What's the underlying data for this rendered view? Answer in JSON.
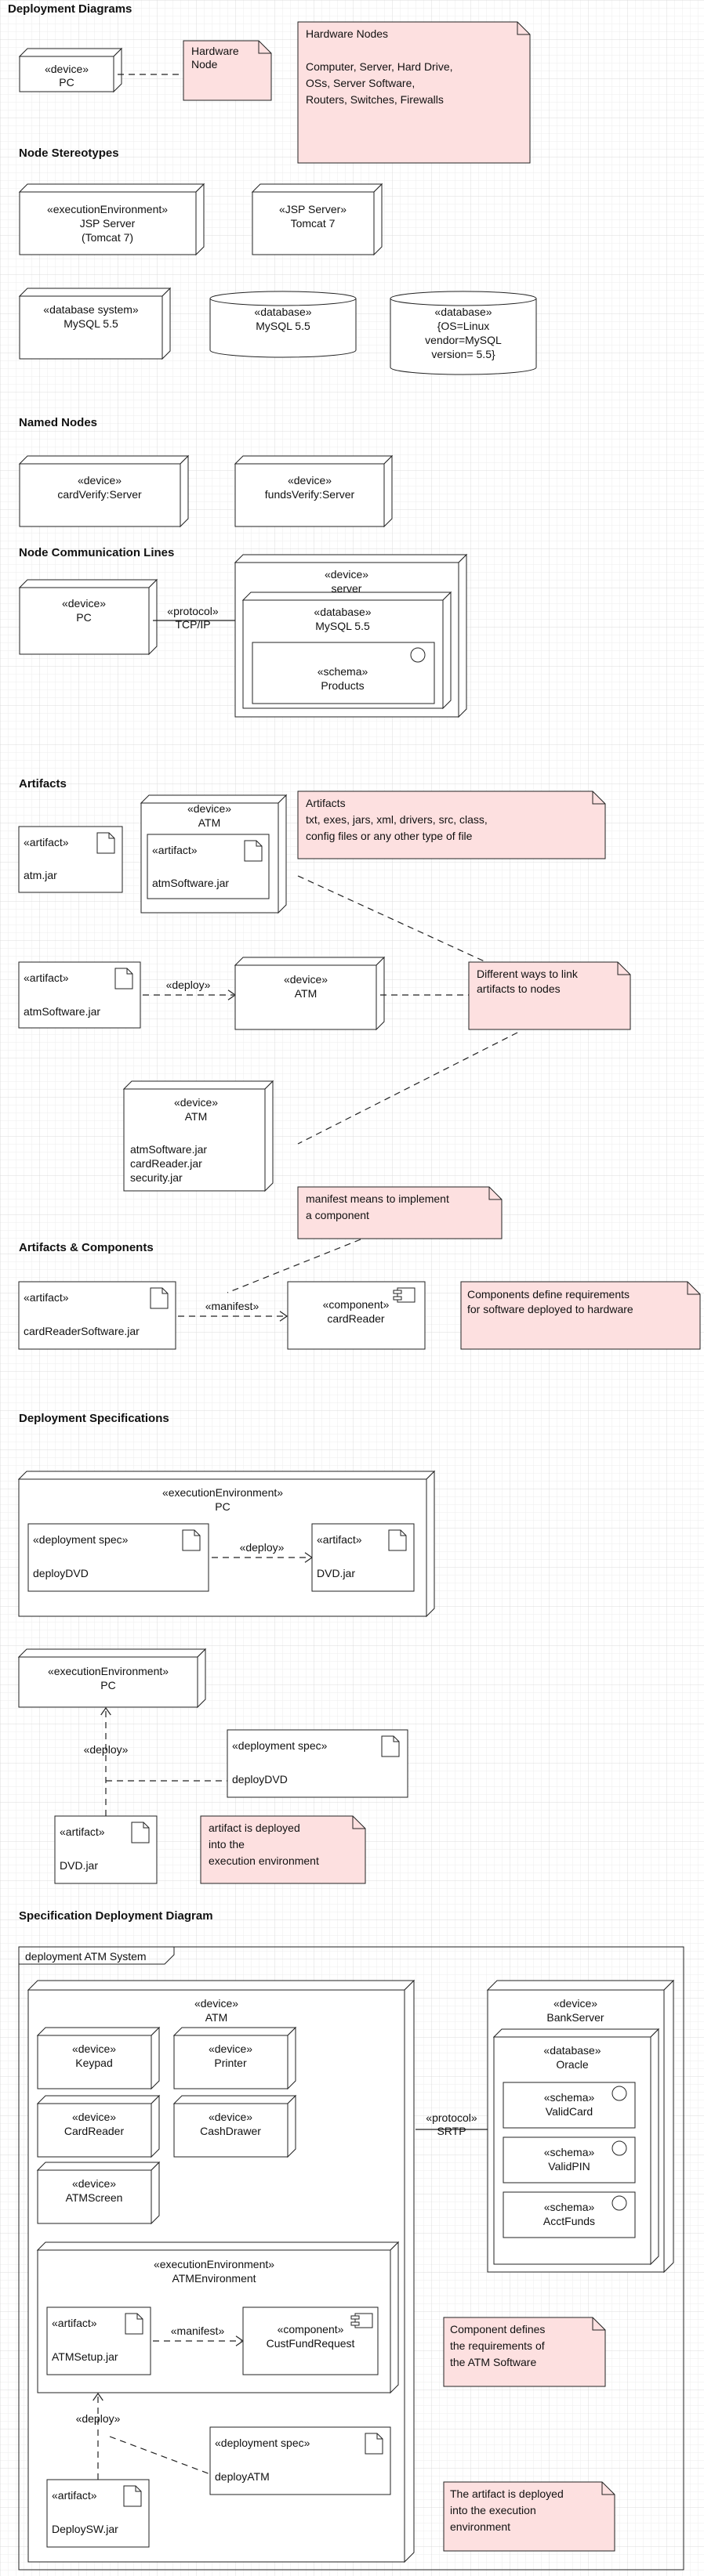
{
  "diagram_title": "Deployment Diagrams",
  "sections": {
    "node_stereotypes": "Node Stereotypes",
    "named_nodes": "Named Nodes",
    "node_communication": "Node Communication Lines",
    "artifacts": "Artifacts",
    "artifacts_components": "Artifacts & Components",
    "deployment_specs": "Deployment Specifications",
    "spec_deployment": "Specification Deployment Diagram"
  },
  "hardware": {
    "pc_stereotype": "«device»",
    "pc_name": "PC",
    "note_hw_node": [
      "Hardware",
      "Node"
    ],
    "note_hw_nodes_title": "Hardware Nodes",
    "note_hw_nodes_body": [
      "Computer, Server, Hard Drive,",
      "OSs, Server Software,",
      "Routers, Switches, Firewalls"
    ]
  },
  "stereotypes": {
    "jsp_env": [
      "«executionEnvironment»",
      "JSP Server",
      "(Tomcat 7)"
    ],
    "jsp_server": [
      "«JSP Server»",
      "Tomcat 7"
    ],
    "db_system": [
      "«database system»",
      "MySQL 5.5"
    ],
    "db_cyl1": [
      "«database»",
      "MySQL 5.5"
    ],
    "db_cyl2": [
      "«database»",
      "{OS=Linux",
      "vendor=MySQL",
      "version= 5.5}"
    ]
  },
  "named": {
    "card_verify": [
      "«device»",
      "cardVerify:Server"
    ],
    "funds_verify": [
      "«device»",
      "fundsVerify:Server"
    ]
  },
  "communication": {
    "pc": [
      "«device»",
      "PC"
    ],
    "protocol": [
      "«protocol»",
      "TCP/IP"
    ],
    "server": [
      "«device»",
      "server"
    ],
    "mysql": [
      "«database»",
      "MySQL 5.5"
    ],
    "schema": [
      "«schema»",
      "Products"
    ]
  },
  "artifacts": {
    "atm_jar": [
      "«artifact»",
      "atm.jar"
    ],
    "atm_device": [
      "«device»",
      "ATM"
    ],
    "atm_inner_artifact": [
      "«artifact»",
      "atmSoftware.jar"
    ],
    "note_artifacts": [
      "Artifacts",
      "txt, exes, jars, xml, drivers, src, class,",
      "config files or any other type of file"
    ],
    "atm_sw_jar": [
      "«artifact»",
      "atmSoftware.jar"
    ],
    "deploy_label": "«deploy»",
    "atm_device2": [
      "«device»",
      "ATM"
    ],
    "note_link": [
      "Different ways to link",
      "artifacts to nodes"
    ],
    "atm_device3": [
      "«device»",
      "ATM"
    ],
    "atm_device3_files": [
      "atmSoftware.jar",
      "cardReader.jar",
      "security.jar"
    ]
  },
  "components": {
    "note_manifest": [
      "manifest means to implement",
      "a component"
    ],
    "card_reader_artifact": [
      "«artifact»",
      "cardReaderSoftware.jar"
    ],
    "manifest_label": "«manifest»",
    "card_reader_component": [
      "«component»",
      "cardReader"
    ],
    "note_components": [
      "Components define requirements",
      "for software deployed to hardware"
    ]
  },
  "specs": {
    "env_pc": [
      "«executionEnvironment»",
      "PC"
    ],
    "deploy_spec": [
      "«deployment spec»",
      "deployDVD"
    ],
    "deploy_label": "«deploy»",
    "dvd_artifact": [
      "«artifact»",
      "DVD.jar"
    ],
    "env_pc2": [
      "«executionEnvironment»",
      "PC"
    ],
    "deploy_label2": "«deploy»",
    "deploy_spec2": [
      "«deployment spec»",
      "deployDVD"
    ],
    "dvd_artifact2": [
      "«artifact»",
      "DVD.jar"
    ],
    "note_deployed": [
      "artifact is deployed",
      "into the",
      "execution environment"
    ]
  },
  "atm_system": {
    "frame_label": "deployment ATM System",
    "atm": [
      "«device»",
      "ATM"
    ],
    "keypad": [
      "«device»",
      "Keypad"
    ],
    "printer": [
      "«device»",
      "Printer"
    ],
    "cardreader": [
      "«device»",
      "CardReader"
    ],
    "cashdrawer": [
      "«device»",
      "CashDrawer"
    ],
    "atmscreen": [
      "«device»",
      "ATMScreen"
    ],
    "atm_env": [
      "«executionEnvironment»",
      "ATMEnvironment"
    ],
    "setup_artifact": [
      "«artifact»",
      "ATMSetup.jar"
    ],
    "manifest_label": "«manifest»",
    "cust_component": [
      "«component»",
      "CustFundRequest"
    ],
    "deploy_label": "«deploy»",
    "deploy_spec": [
      "«deployment spec»",
      "deployATM"
    ],
    "deploysw_artifact": [
      "«artifact»",
      "DeploySW.jar"
    ],
    "protocol": [
      "«protocol»",
      "SRTP"
    ],
    "bank_server": [
      "«device»",
      "BankServer"
    ],
    "oracle": [
      "«database»",
      "Oracle"
    ],
    "schema_validcard": [
      "«schema»",
      "ValidCard"
    ],
    "schema_validpin": [
      "«schema»",
      "ValidPIN"
    ],
    "schema_acctfunds": [
      "«schema»",
      "AcctFunds"
    ],
    "note_component": [
      "Component defines",
      "the requirements of",
      "the ATM Software"
    ],
    "note_artifact": [
      "The artifact is deployed",
      "into the execution",
      "environment"
    ]
  },
  "colors": {
    "note_fill": "#fde0e0",
    "stroke": "#222222",
    "grid_minor": "#ececec",
    "grid_major": "#d8d8d8"
  }
}
